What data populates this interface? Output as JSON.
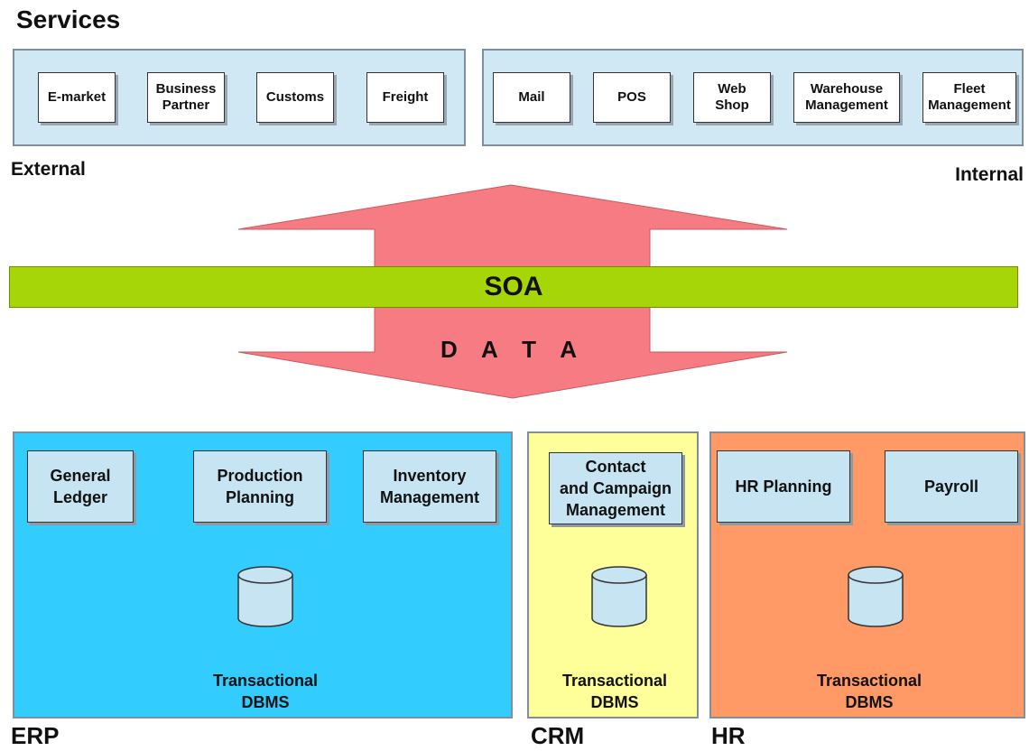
{
  "services": {
    "title": "Services",
    "external": {
      "label": "External",
      "items": [
        "E-market",
        "Business\nPartner",
        "Customs",
        "Freight"
      ]
    },
    "internal": {
      "label": "Internal",
      "items": [
        "Mail",
        "POS",
        "Web\nShop",
        "Warehouse\nManagement",
        "Fleet\nManagement"
      ]
    }
  },
  "soa": {
    "label": "SOA"
  },
  "data_arrow": {
    "label": "D A T A"
  },
  "systems": {
    "erp": {
      "name": "ERP",
      "modules": [
        "General\nLedger",
        "Production\nPlanning",
        "Inventory\nManagement"
      ],
      "db_label": "Transactional\nDBMS"
    },
    "crm": {
      "name": "CRM",
      "modules": [
        "Contact\nand Campaign\nManagement"
      ],
      "db_label": "Transactional\nDBMS"
    },
    "hr": {
      "name": "HR",
      "modules": [
        "HR Planning",
        "Payroll"
      ],
      "db_label": "Transactional\nDBMS"
    }
  },
  "colors": {
    "services_panel": "#cfe8f3",
    "soa_bar": "#a6d608",
    "arrow": "#f77b83",
    "erp": "#33ccff",
    "crm": "#ffff99",
    "hr": "#ff9966",
    "module": "#c7e4f2",
    "db": "#c7e4f2"
  }
}
